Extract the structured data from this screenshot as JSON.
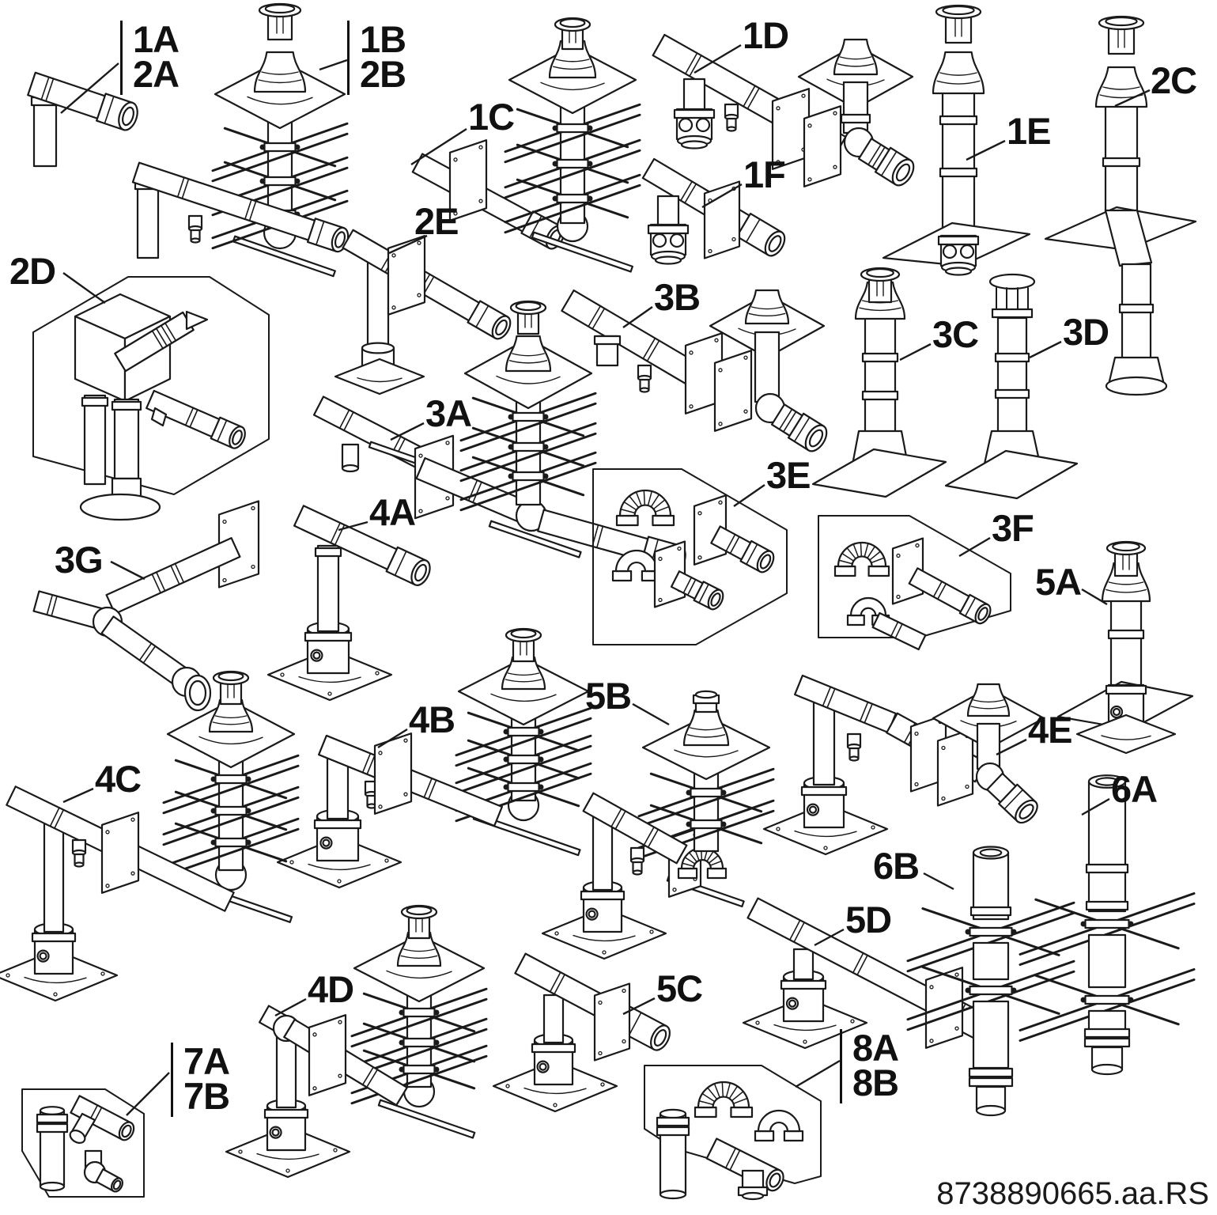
{
  "page": {
    "background": "#ffffff",
    "line_color": "#1a1a1a"
  },
  "diagram": {
    "part_number": "8738890665.aa.RS",
    "callouts": [
      {
        "id": "1a-2a",
        "lines": [
          "1A",
          "2A"
        ],
        "assembly": "horizontal-flue-tee-kit"
      },
      {
        "id": "1b-2b",
        "lines": [
          "1B",
          "2B"
        ],
        "assembly": "vertical-roof-terminal-shaft-kit"
      },
      {
        "id": "1c",
        "lines": [
          "1C"
        ],
        "assembly": "horizontal-flue-with-shaft-kit"
      },
      {
        "id": "1d",
        "lines": [
          "1D"
        ],
        "assembly": "horizontal-flue-wall-terminal-kit"
      },
      {
        "id": "1e",
        "lines": [
          "1E"
        ],
        "assembly": "vertical-roof-terminal"
      },
      {
        "id": "1f",
        "lines": [
          "1F"
        ],
        "assembly": "horizontal-wall-terminal"
      },
      {
        "id": "2c",
        "lines": [
          "2C"
        ],
        "assembly": "vertical-roof-terminal-offset"
      },
      {
        "id": "2d",
        "lines": [
          "2D"
        ],
        "assembly": "twin-pipe-adapter-kit"
      },
      {
        "id": "2e",
        "lines": [
          "2E"
        ],
        "assembly": "horizontal-flue-floor-kit"
      },
      {
        "id": "3a",
        "lines": [
          "3A"
        ],
        "assembly": "horizontal-flue-with-shaft-kit"
      },
      {
        "id": "3b",
        "lines": [
          "3B"
        ],
        "assembly": "horizontal-flue-wall-terminal-kit"
      },
      {
        "id": "3c",
        "lines": [
          "3C"
        ],
        "assembly": "pitched-roof-terminal"
      },
      {
        "id": "3d",
        "lines": [
          "3D"
        ],
        "assembly": "pitched-roof-terminal-cage"
      },
      {
        "id": "3e",
        "lines": [
          "3E"
        ],
        "assembly": "flex-elbow-wall-kit"
      },
      {
        "id": "3f",
        "lines": [
          "3F"
        ],
        "assembly": "flex-elbow-wall-kit"
      },
      {
        "id": "3g",
        "lines": [
          "3G"
        ],
        "assembly": "wall-pass-elbow-kit"
      },
      {
        "id": "4a",
        "lines": [
          "4A"
        ],
        "assembly": "floor-standing-tee"
      },
      {
        "id": "4b",
        "lines": [
          "4B"
        ],
        "assembly": "floor-tee-with-shaft-kit"
      },
      {
        "id": "4c",
        "lines": [
          "4C"
        ],
        "assembly": "floor-tee-with-shaft-kit"
      },
      {
        "id": "4d",
        "lines": [
          "4D"
        ],
        "assembly": "floor-tee-with-shaft-kit"
      },
      {
        "id": "4e",
        "lines": [
          "4E"
        ],
        "assembly": "floor-tee-wall-terminal-kit"
      },
      {
        "id": "5a",
        "lines": [
          "5A"
        ],
        "assembly": "pitched-roof-terminal-with-base"
      },
      {
        "id": "5b",
        "lines": [
          "5B"
        ],
        "assembly": "roof-shaft-with-floor-tee-kit"
      },
      {
        "id": "5c",
        "lines": [
          "5C"
        ],
        "assembly": "floor-tee-wall-terminal"
      },
      {
        "id": "5d",
        "lines": [
          "5D"
        ],
        "assembly": "floor-tee-wall-terminal"
      },
      {
        "id": "6a",
        "lines": [
          "6A"
        ],
        "assembly": "shaft-pipe-with-spacers"
      },
      {
        "id": "6b",
        "lines": [
          "6B"
        ],
        "assembly": "shaft-pipe-with-spacers"
      },
      {
        "id": "7a-7b",
        "lines": [
          "7A",
          "7B"
        ],
        "assembly": "pipe-tee-elbow-kit"
      },
      {
        "id": "8a-8b",
        "lines": [
          "8A",
          "8B"
        ],
        "assembly": "flex-pipe-tee-elbow-kit"
      }
    ]
  }
}
